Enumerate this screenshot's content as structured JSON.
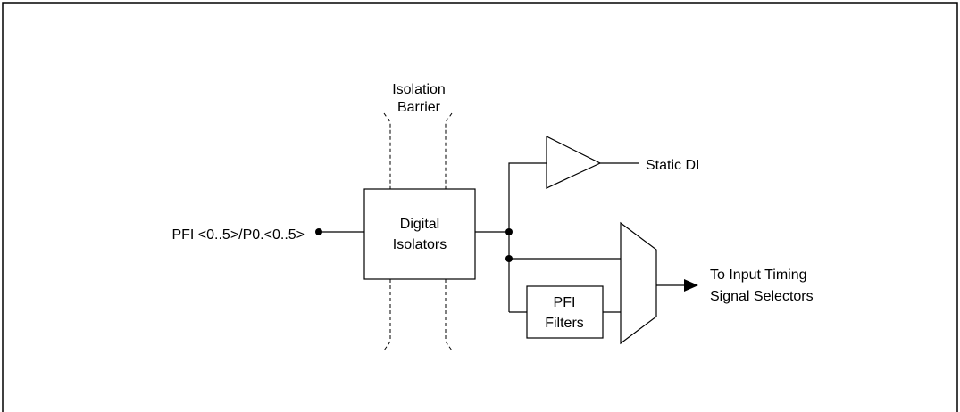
{
  "input": {
    "label": "PFI <0..5>/P0.<0..5>"
  },
  "barrier": {
    "line1": "Isolation",
    "line2": "Barrier"
  },
  "isolators": {
    "line1": "Digital",
    "line2": "Isolators"
  },
  "filters": {
    "line1": "PFI",
    "line2": "Filters"
  },
  "outputs": {
    "static_di": "Static DI",
    "timing_line1": "To Input Timing",
    "timing_line2": "Signal Selectors"
  }
}
